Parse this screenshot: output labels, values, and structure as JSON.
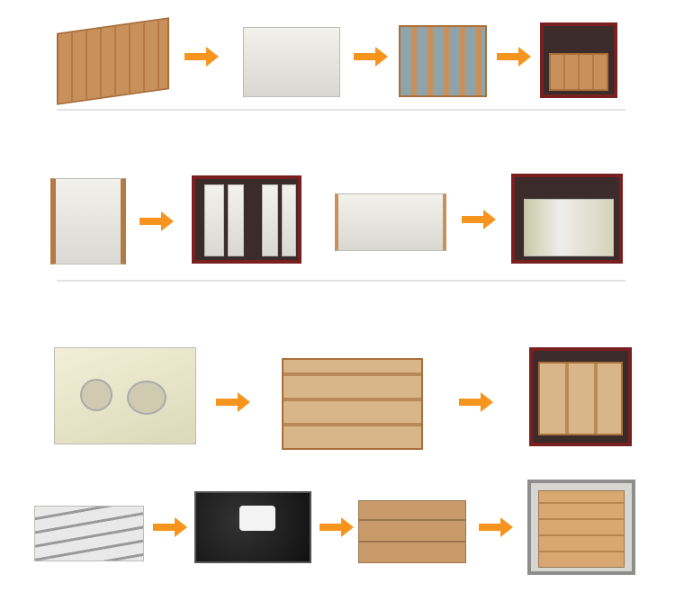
{
  "colors": {
    "arrow": "#f7941d",
    "divider": "#e2e2e2"
  },
  "rows": [
    {
      "steps": [
        "wooden-crate",
        "stone-sheets-stack",
        "crated-sheets",
        "loaded-container"
      ]
    },
    {
      "steps": [
        "upright-slabs-frame",
        "slabs-in-container",
        "slab-bundle",
        "mixed-slabs-container"
      ]
    },
    {
      "steps": [
        "vanity-top",
        "stacked-crates",
        "crates-in-container"
      ]
    },
    {
      "steps": [
        "curved-panels",
        "black-countertop",
        "carton-boxes",
        "cartons-in-container"
      ]
    }
  ],
  "icons": {
    "arrow": "arrow-right-icon"
  }
}
